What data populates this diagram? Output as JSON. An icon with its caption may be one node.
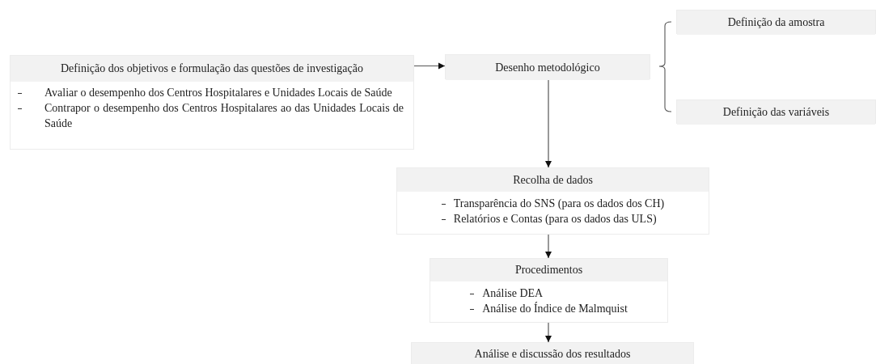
{
  "diagram": {
    "nodes": [
      {
        "text": [
          "Definição dos objetivos e formulação das questões de investigação",
          "Avaliar o desempenho dos Centros Hospitalares e Unidades Locais de Saúde",
          "Contrapor o desempenho dos Centros Hospitalares ao das Unidades Locais de Saúde"
        ]
      },
      {
        "text": [
          "Desenho metodológico"
        ]
      },
      {
        "text": [
          "Definição da amostra"
        ]
      },
      {
        "text": [
          "Definição das variáveis"
        ]
      },
      {
        "text": [
          "Recolha de dados",
          "Transparência do SNS (para os dados dos CH)",
          "Relatórios e Contas (para os dados das ULS)"
        ]
      },
      {
        "text": [
          "Procedimentos",
          "Análise DEA",
          "Análise do Índice de Malmquist"
        ]
      },
      {
        "text": [
          "Análise e discussão dos resultados"
        ]
      }
    ],
    "edges": [
      {
        "from": 0,
        "to": 1,
        "arrow": "to"
      },
      {
        "from": 1,
        "to": 4,
        "arrow": "to"
      },
      {
        "from": 4,
        "to": 5,
        "arrow": "to"
      },
      {
        "from": 5,
        "to": 6,
        "arrow": "to"
      }
    ]
  }
}
